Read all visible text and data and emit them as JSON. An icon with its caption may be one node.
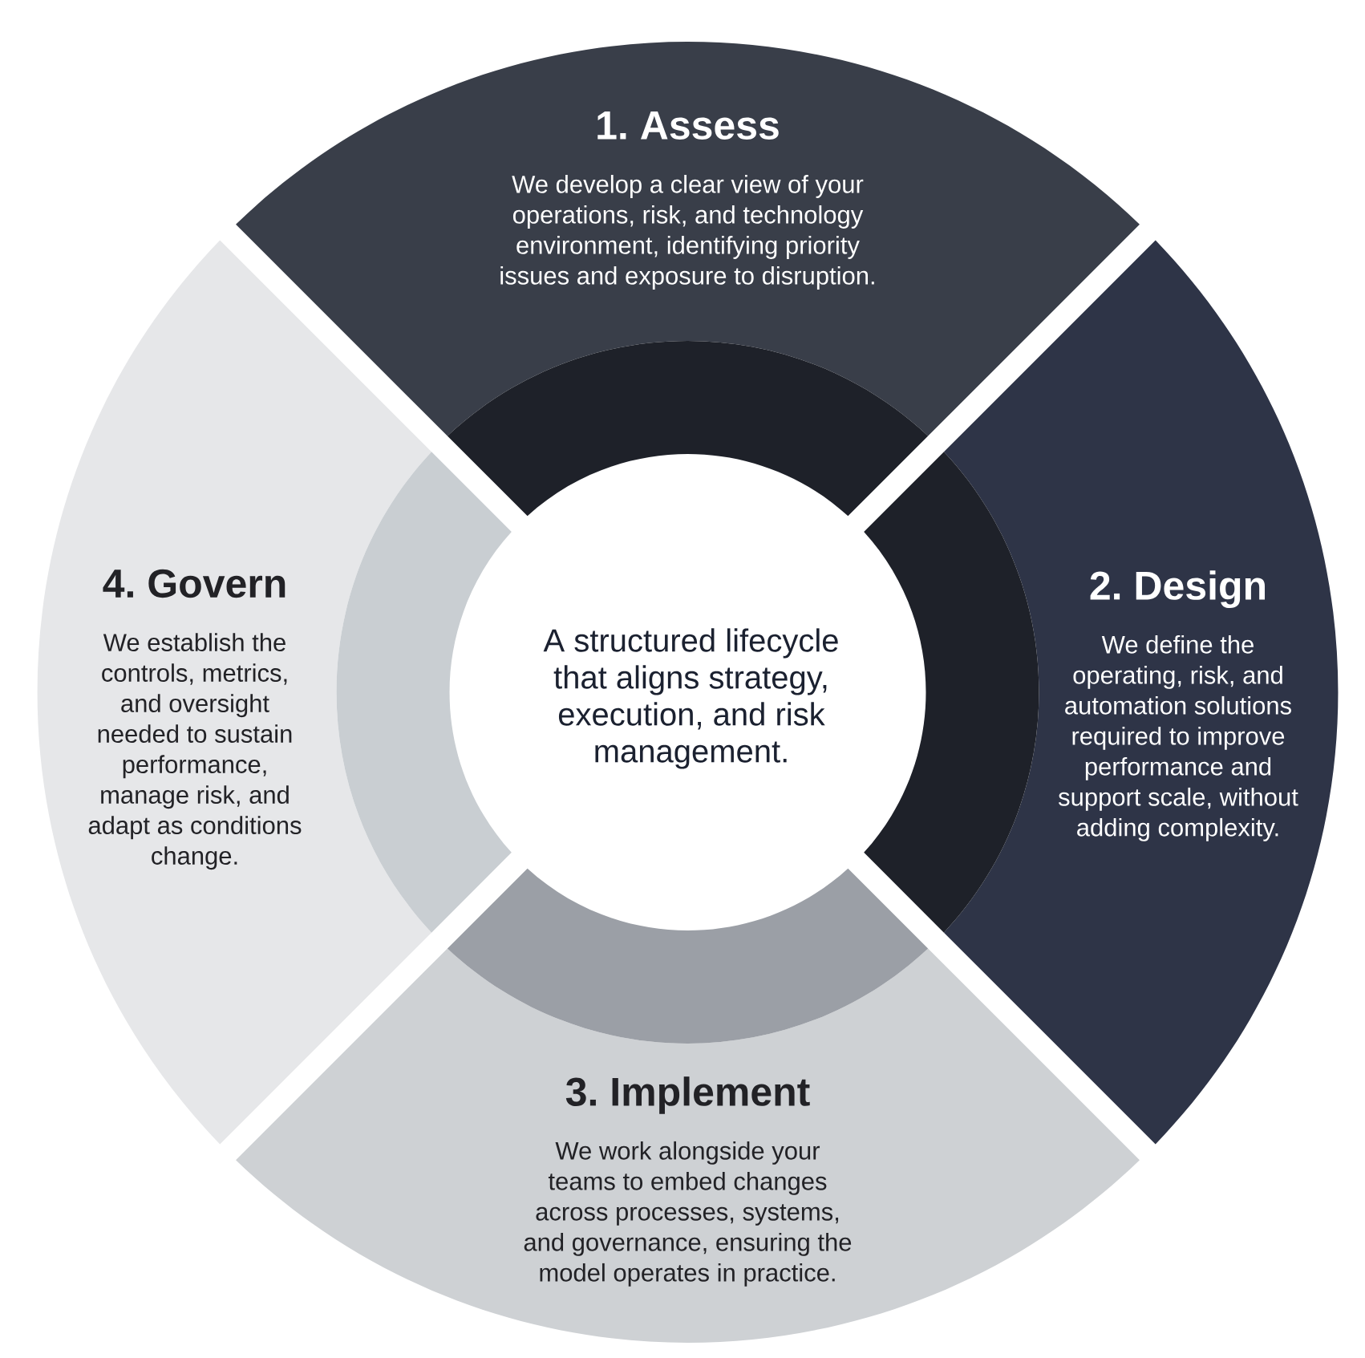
{
  "diagram": {
    "nodes": [
      {
        "text": [
          "1. Assess",
          "We develop a clear view of your operations, risk, and technology environment, identifying priority issues and exposure to disruption."
        ]
      },
      {
        "text": [
          "2. Design",
          "We define the operating, risk, and automation solutions required to improve performance and support scale, without adding complexity."
        ]
      },
      {
        "text": [
          "3. Implement",
          "We work alongside your teams to embed changes across processes, systems, and governance, ensuring the model operates in practice."
        ]
      },
      {
        "text": [
          "4. Govern",
          "We establish the controls, metrics, and oversight needed to sustain performance, manage risk, and adapt as conditions change."
        ]
      },
      {
        "text": [
          "A structured lifecycle that aligns strategy, execution, and risk management."
        ]
      }
    ]
  }
}
